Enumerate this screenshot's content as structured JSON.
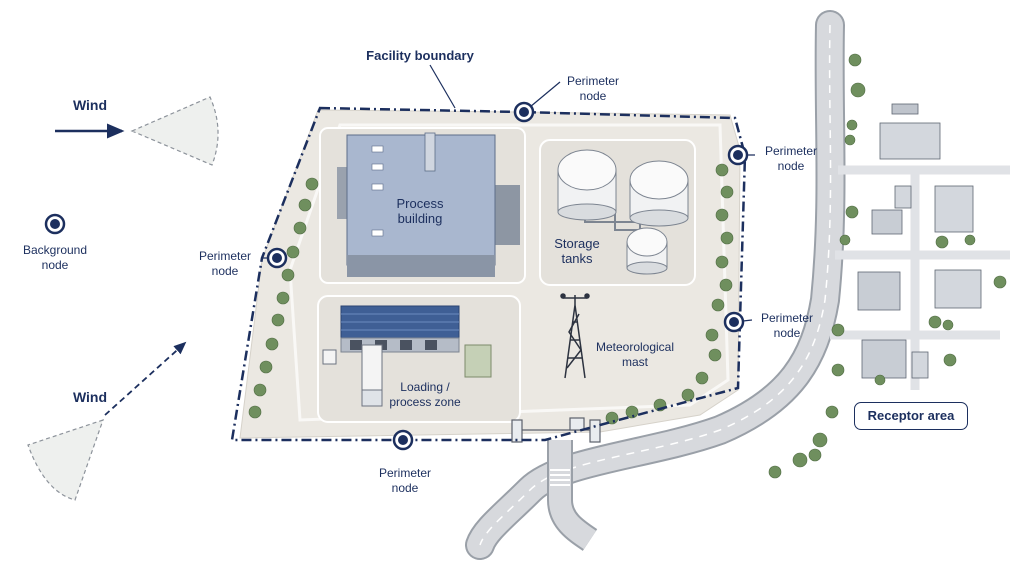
{
  "labels": {
    "facility_boundary": "Facility boundary",
    "wind_top": "Wind",
    "wind_bottom": "Wind",
    "background_node": [
      "Background",
      "node"
    ],
    "perimeter_top": [
      "Perimeter",
      "node"
    ],
    "perimeter_right_upper": [
      "Perimeter",
      "node"
    ],
    "perimeter_right_lower": [
      "Perimeter",
      "node"
    ],
    "perimeter_left": [
      "Perimeter",
      "node"
    ],
    "perimeter_bottom": [
      "Perimeter",
      "node"
    ],
    "process_building": [
      "Process",
      "building"
    ],
    "storage_tanks": [
      "Storage",
      "tanks"
    ],
    "loading_zone": [
      "Loading /",
      "process zone"
    ],
    "met_mast": [
      "Meteorological",
      "mast"
    ],
    "receptor_area": "Receptor area"
  },
  "colors": {
    "navy": "#1c2f5e",
    "ground": "#ebe8e2",
    "building_roof": "#a9b7cf",
    "warehouse_roof": "#3f5f95",
    "tree": "#6f8f5e",
    "road": "#c9ccd1"
  }
}
